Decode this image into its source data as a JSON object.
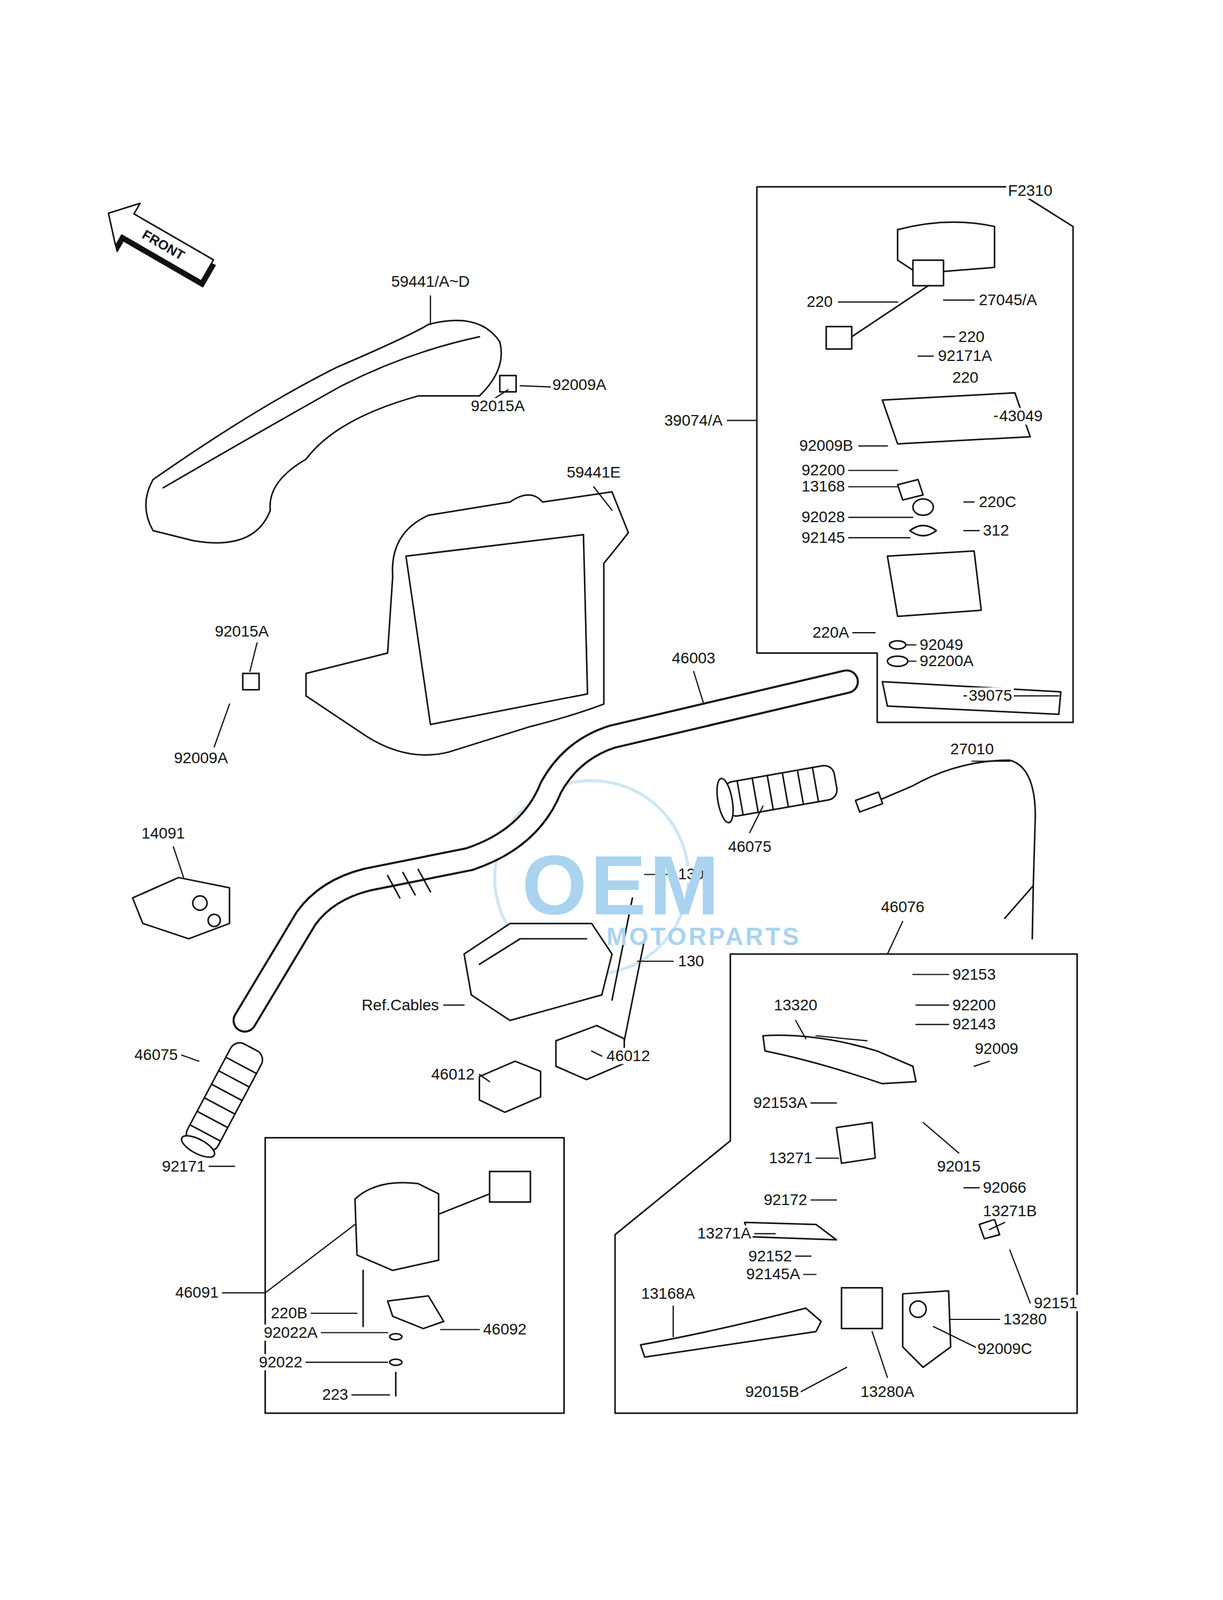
{
  "diagram": {
    "labels": [
      "F2310",
      "FRONT",
      "59441/A~D",
      "92009A",
      "92015A",
      "59441E",
      "39074/A",
      "220",
      "27045/A",
      "220",
      "92171A",
      "220",
      "43049",
      "92009B",
      "92200",
      "13168",
      "220C",
      "92028",
      "312",
      "92145",
      "220A",
      "92049",
      "92200A",
      "39075",
      "46003",
      "92015A",
      "92009A",
      "27010",
      "14091",
      "46075",
      "130",
      "46076",
      "Ref.Cables",
      "130",
      "92153",
      "92200",
      "13320",
      "92143",
      "46075",
      "46012",
      "46012",
      "92009",
      "92153A",
      "13271",
      "92015",
      "92171",
      "92066",
      "92172",
      "13271B",
      "13271A",
      "92152",
      "92145A",
      "92151",
      "46091",
      "13168A",
      "13280",
      "220B",
      "92022A",
      "46092",
      "92022",
      "92009C",
      "223",
      "92015B",
      "13280A",
      "OEM",
      "MOTORPARTS"
    ]
  }
}
